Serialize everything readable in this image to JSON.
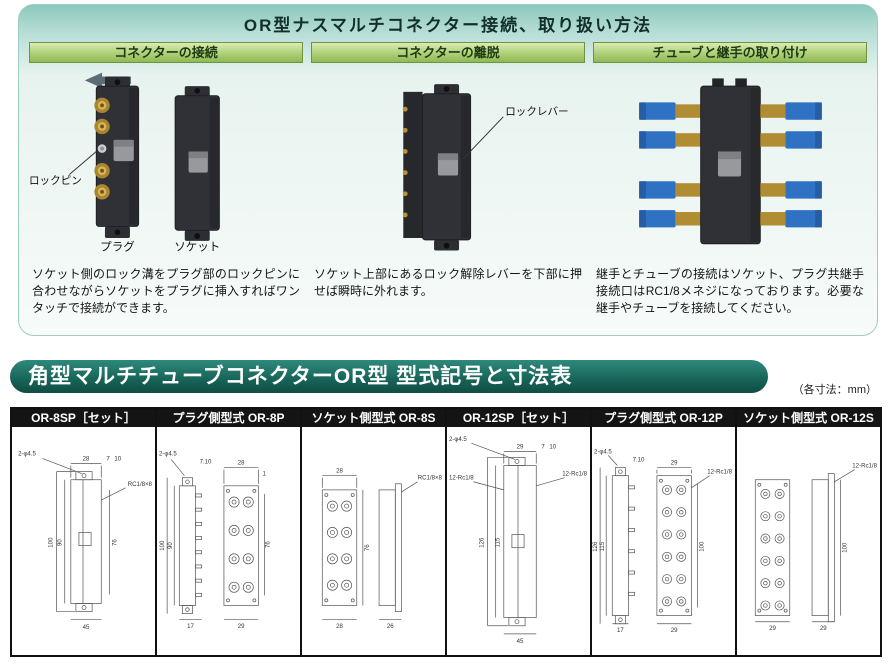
{
  "colors": {
    "banner_teal": "#176357",
    "section_header_green": "#aed077",
    "table_header_black": "#141414",
    "connector_body": "#2f3136",
    "fitting_blue": "#2f72c4",
    "fitting_brass": "#b08c33"
  },
  "top_panel": {
    "title": "OR型ナスマルチコネクター接続、取り扱い方法",
    "sections": [
      {
        "header": "コネクターの接続",
        "label_lock_pin": "ロックピン",
        "caption_plug": "プラグ",
        "caption_socket": "ソケット",
        "description": "ソケット側のロック溝をプラグ部のロックピンに合わせながらソケットをプラグに挿入すればワンタッチで接続ができます。"
      },
      {
        "header": "コネクターの離脱",
        "label_lock_lever": "ロックレバー",
        "description": "ソケット上部にあるロック解除レバーを下部に押せば瞬時に外れます。"
      },
      {
        "header": "チューブと継手の取り付け",
        "description": "継手とチューブの接続はソケット、プラグ共継手接続口はRC1/8メネジになっております。必要な継手やチューブを接続してください。"
      }
    ]
  },
  "dim_section": {
    "title": "角型マルチチューブコネクターOR型 型式記号と寸法表",
    "unit_note": "（各寸法：mm）",
    "columns": [
      {
        "header": "OR-8SP［セット］",
        "dims": [
          "2-φ4.5",
          "7",
          "10",
          "28",
          "RC1/8×8",
          "100",
          "90",
          "76",
          "45"
        ]
      },
      {
        "header": "プラグ側型式 OR-8P",
        "dims": [
          "2-φ4.5",
          "7.10",
          "28",
          "1",
          "100",
          "90",
          "76",
          "17",
          "29"
        ]
      },
      {
        "header": "ソケット側型式 OR-8S",
        "dims": [
          "28",
          "RC1/8×8",
          "76",
          "28",
          "26"
        ]
      },
      {
        "header": "OR-12SP［セット］",
        "dims": [
          "2-φ4.5",
          "7",
          "10",
          "29",
          "12-Rc1/8",
          "12-Rc1/8",
          "126",
          "115",
          "45"
        ]
      },
      {
        "header": "プラグ側型式 OR-12P",
        "dims": [
          "2-φ4.5",
          "7.10",
          "29",
          "12-Rc1/8",
          "126",
          "115",
          "100",
          "17",
          "29"
        ]
      },
      {
        "header": "ソケット側型式 OR-12S",
        "dims": [
          "12-Rc1/8",
          "100",
          "29",
          "29"
        ]
      }
    ]
  }
}
